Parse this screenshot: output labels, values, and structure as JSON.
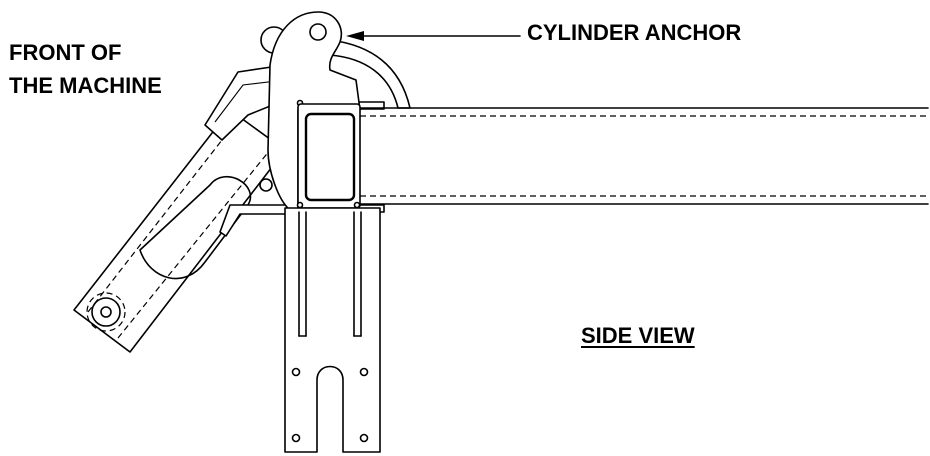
{
  "labels": {
    "front_line1": "FRONT OF",
    "front_line2": "THE MACHINE",
    "cylinder_anchor": "CYLINDER ANCHOR",
    "side_view": "SIDE VIEW"
  }
}
